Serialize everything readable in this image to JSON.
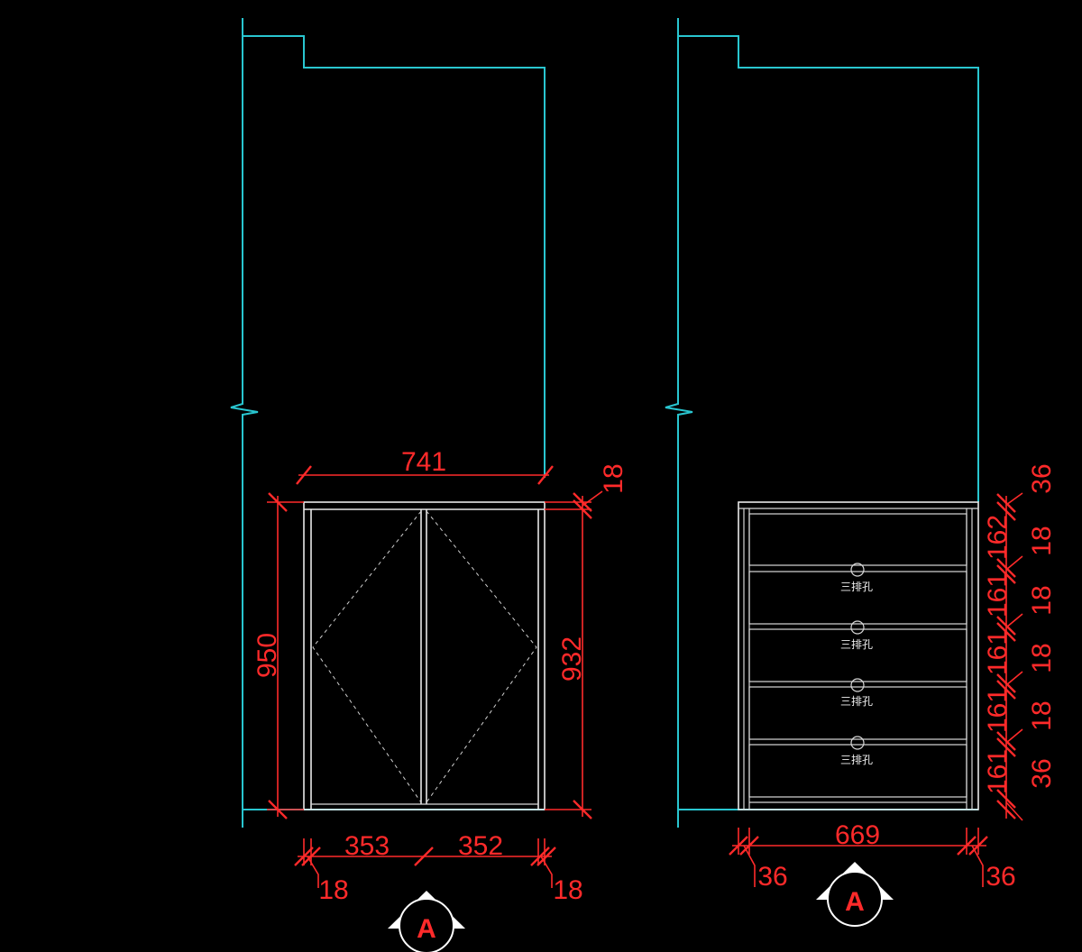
{
  "left_elevation": {
    "width_dim": "741",
    "top_thickness_dim": "18",
    "height_overall_dim": "950",
    "height_inner_dim": "932",
    "door_left_dim": "353",
    "door_right_dim": "352",
    "side_left_dim": "18",
    "side_right_dim": "18",
    "section_mark": "A"
  },
  "right_elevation": {
    "width_dim": "669",
    "side_left_dim": "36",
    "side_right_dim": "36",
    "drawer_dims": [
      "162",
      "161",
      "161",
      "161",
      "161"
    ],
    "gap_dims": [
      "36",
      "18",
      "18",
      "18",
      "18",
      "36"
    ],
    "drawer_note": "三排孔",
    "section_mark": "A"
  },
  "colors": {
    "wall": "#29c6d0",
    "furniture": "#e8e8e8",
    "dimension": "#ff2a2a",
    "background": "#000000"
  }
}
